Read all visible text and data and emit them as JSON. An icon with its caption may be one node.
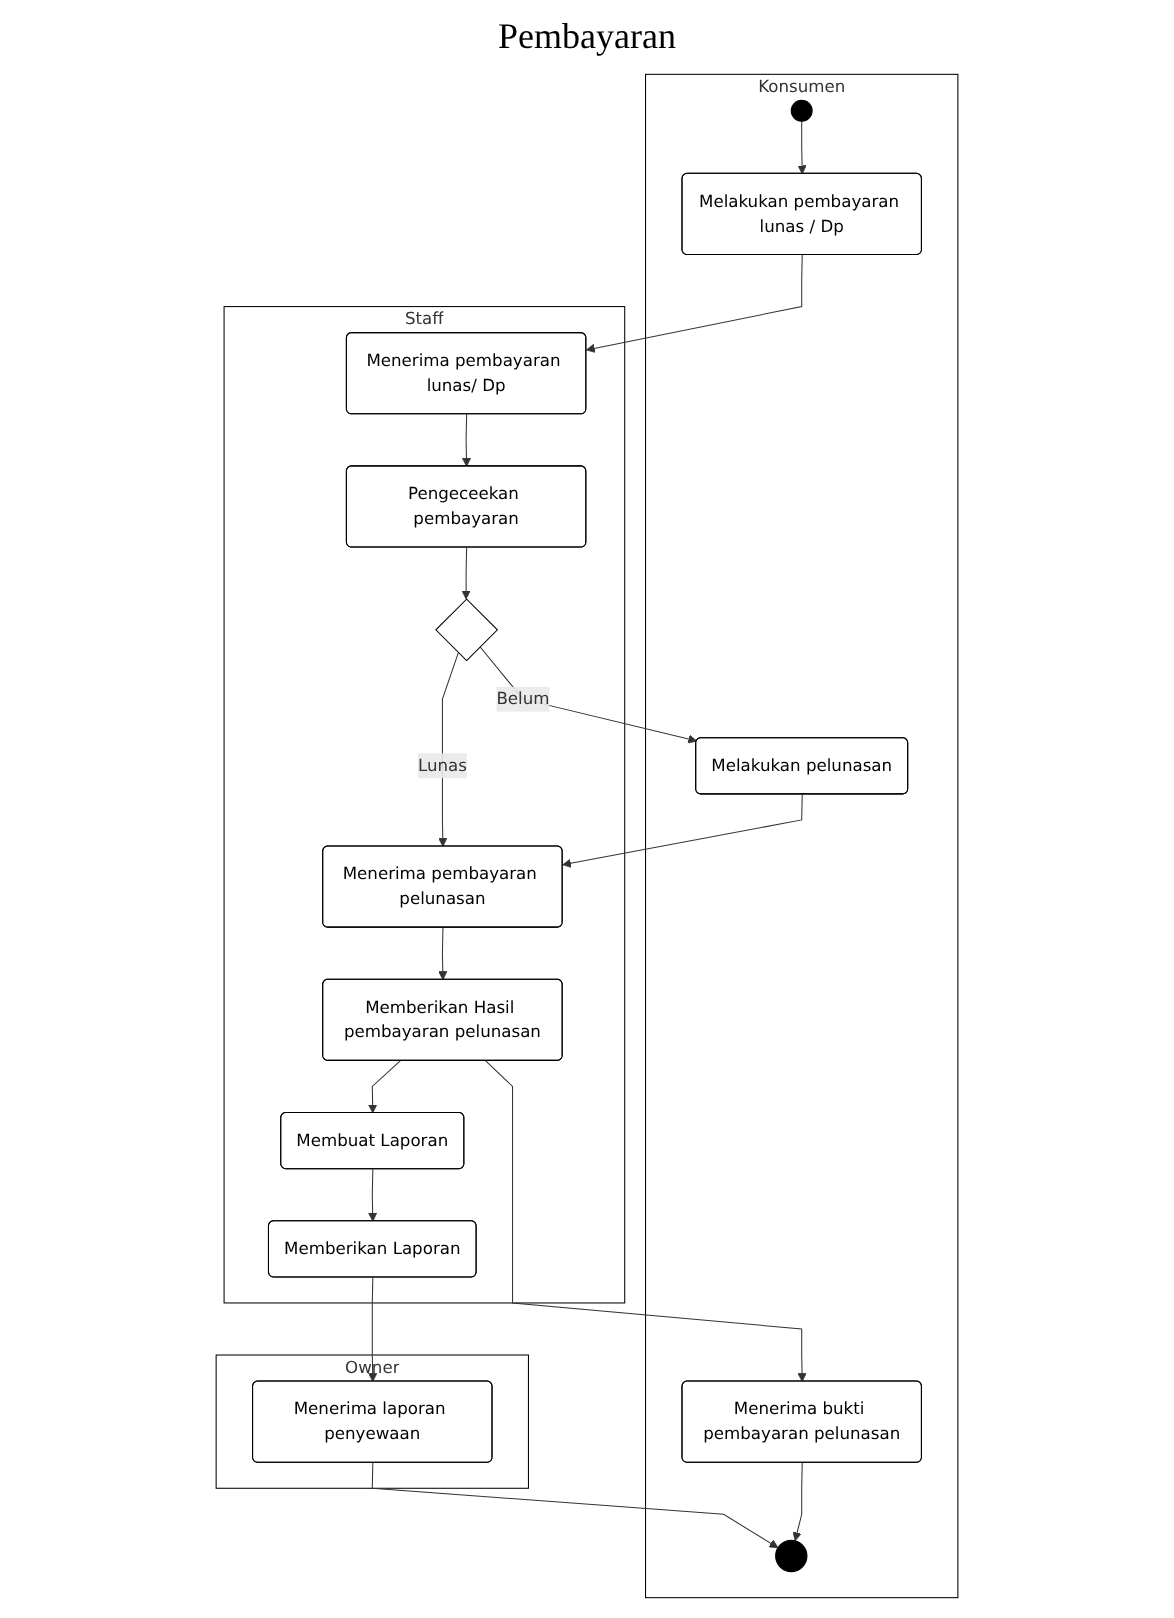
{
  "diagram": {
    "title": "Pembayaran",
    "nodes": [
      {
        "text": [
          "Konsumen"
        ]
      },
      {
        "text": [
          "Staff"
        ]
      },
      {
        "text": [
          "Owner"
        ]
      },
      {
        "text": [],
        "shape": "circle",
        "in": 0
      },
      {
        "text": [
          "Melakukan pembayaran lunas / Dp"
        ],
        "in": 0
      },
      {
        "text": [
          "Menerima pembayaran lunas/ Dp"
        ],
        "in": 1
      },
      {
        "text": [
          "Pengeceekan pembayaran"
        ],
        "in": 1
      },
      {
        "text": [],
        "shape": "diamond",
        "in": 1
      },
      {
        "text": [
          "Melakukan pelunasan"
        ],
        "in": 0
      },
      {
        "text": [
          "Menerima pembayaran pelunasan"
        ],
        "in": 1
      },
      {
        "text": [
          "Menerima bukti pembayaran pelunasan"
        ],
        "in": 0
      },
      {
        "text": [
          "Memberikan Hasil pembayaran pelunasan"
        ],
        "in": 1
      },
      {
        "text": [
          "Membuat Laporan"
        ],
        "in": 1
      },
      {
        "text": [
          "Memberikan Laporan"
        ],
        "in": 1
      },
      {
        "text": [
          "Menerima laporan penyewaan"
        ],
        "in": 2
      },
      {
        "text": [],
        "shape": "circle",
        "in": 0
      }
    ],
    "edges": [
      {
        "from": 3,
        "to": 4,
        "arrow": "to"
      },
      {
        "from": 4,
        "to": 5,
        "arrow": "to"
      },
      {
        "from": 5,
        "to": 6,
        "arrow": "to"
      },
      {
        "from": 6,
        "to": 7,
        "arrow": "to"
      },
      {
        "from": 7,
        "to": 8,
        "arrow": "to",
        "label": "Belum"
      },
      {
        "from": 7,
        "to": 9,
        "arrow": "to",
        "label": "Lunas"
      },
      {
        "from": 8,
        "to": 9,
        "arrow": "to"
      },
      {
        "from": 9,
        "to": 11,
        "arrow": "to"
      },
      {
        "from": 11,
        "to": 10,
        "arrow": "to"
      },
      {
        "from": 11,
        "to": 12,
        "arrow": "to"
      },
      {
        "from": 12,
        "to": 13,
        "arrow": "to"
      },
      {
        "from": 13,
        "to": 14,
        "arrow": "to"
      },
      {
        "from": 14,
        "to": 15,
        "arrow": "to"
      },
      {
        "from": 10,
        "to": 15,
        "arrow": "to"
      }
    ]
  }
}
